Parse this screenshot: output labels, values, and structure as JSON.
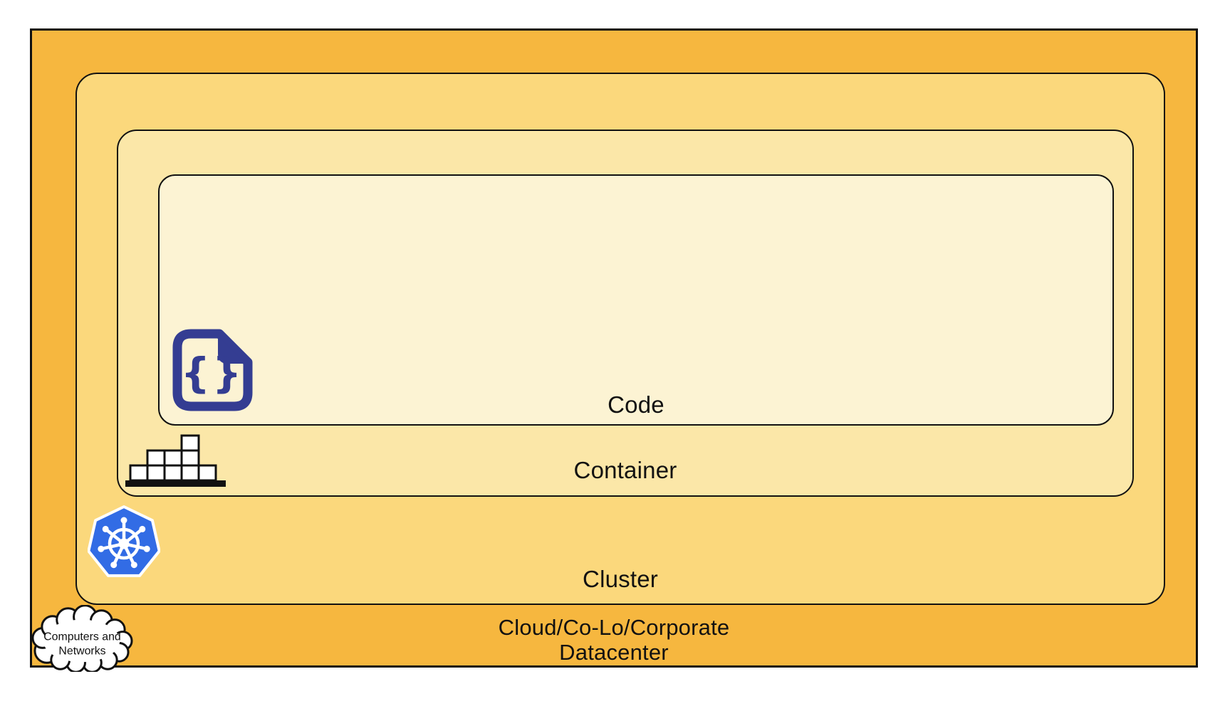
{
  "diagram": {
    "layers": {
      "code": {
        "label": "Code",
        "fill": "#FCF3D3"
      },
      "container": {
        "label": "Container",
        "fill": "#FBE7A8"
      },
      "cluster": {
        "label": "Cluster",
        "fill": "#FBD87C"
      },
      "datacenter": {
        "label_line1": "Cloud/Co-Lo/Corporate",
        "label_line2": "Datacenter",
        "fill": "#F6B73F"
      }
    },
    "cloud_callout": {
      "line1": "Computers and",
      "line2": "Networks"
    },
    "code_icon_glyph": "{}",
    "colors": {
      "outline": "#111111",
      "text": "#111111",
      "code_icon_indigo": "#343D92",
      "kubernetes_blue": "#326CE5",
      "block_white": "#FFFFFF",
      "canvas_background": "#FFFFFF"
    }
  }
}
